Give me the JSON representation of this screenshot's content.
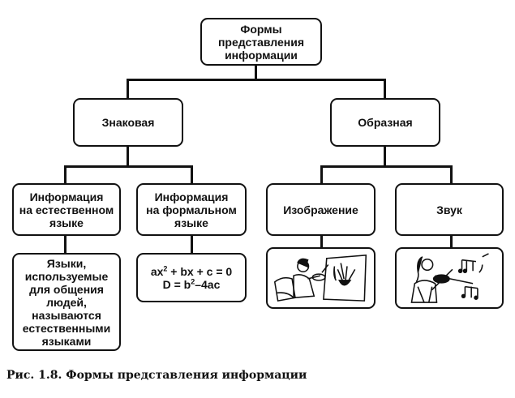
{
  "root": {
    "lines": [
      "Формы",
      "представления",
      "информации"
    ]
  },
  "level2": [
    {
      "label": "Знаковая"
    },
    {
      "label": "Образная"
    }
  ],
  "level3": [
    {
      "lines": [
        "Информация",
        "на естественном",
        "языке"
      ]
    },
    {
      "lines": [
        "Информация",
        "на формальном",
        "языке"
      ]
    },
    {
      "label": "Изображение"
    },
    {
      "label": "Звук"
    }
  ],
  "level4": {
    "natural": {
      "lines": [
        "Языки,",
        "используемые",
        "для общения",
        "людей,",
        "называются",
        "естественными",
        "языками"
      ]
    },
    "formal": {
      "eq1_a": "ax",
      "eq1_exp": "2",
      "eq1_b": " + bx + c = 0",
      "eq2_a": "D = b",
      "eq2_exp": "2",
      "eq2_b": "–4ac"
    },
    "image_icon": "painter-illustration",
    "sound_icon": "violinist-illustration"
  },
  "caption": "Рис. 1.8. Формы представления информации"
}
